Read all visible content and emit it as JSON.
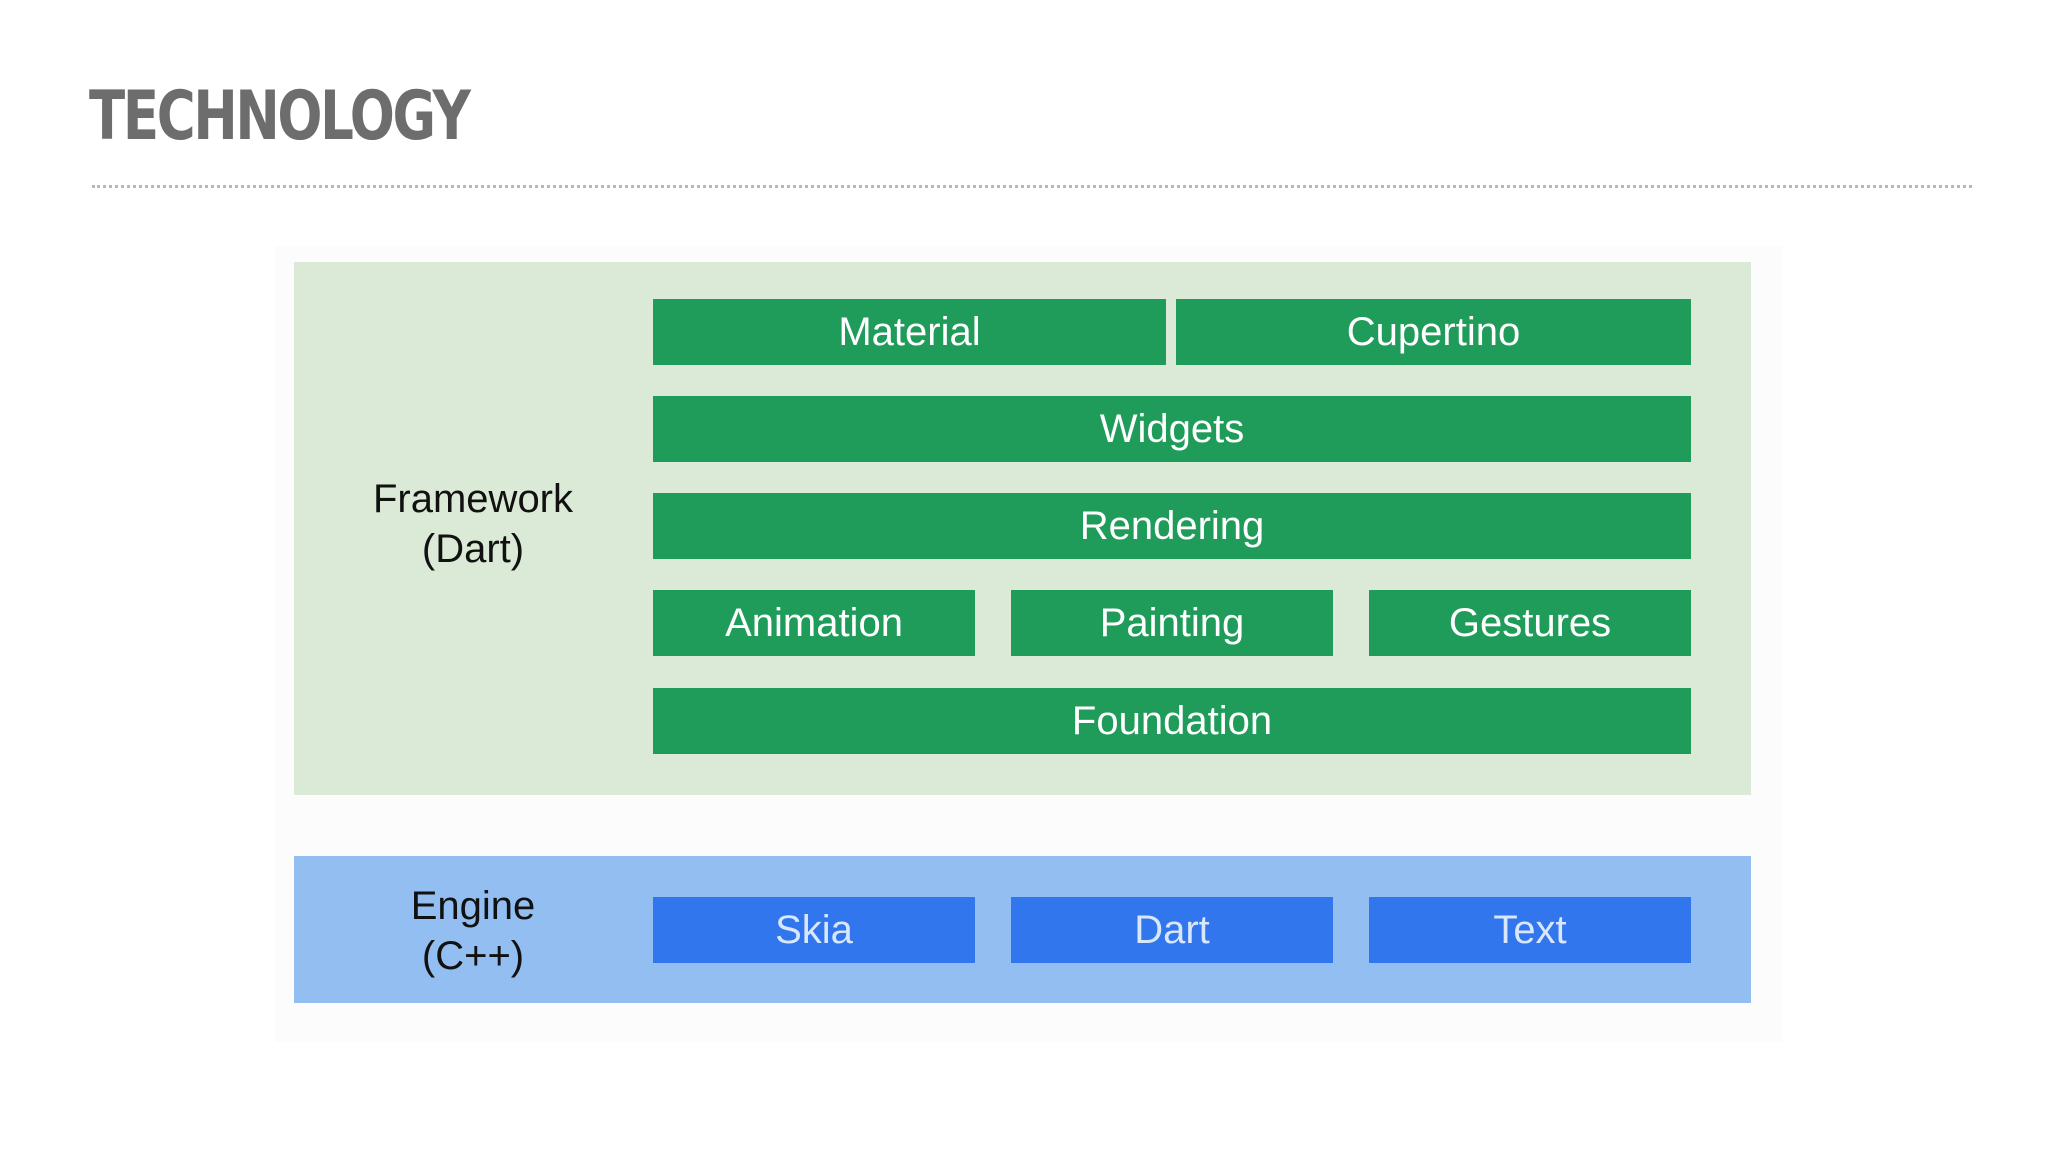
{
  "slide": {
    "title": "TECHNOLOGY"
  },
  "framework": {
    "label_line1": "Framework",
    "label_line2": "(Dart)",
    "blocks": {
      "material": "Material",
      "cupertino": "Cupertino",
      "widgets": "Widgets",
      "rendering": "Rendering",
      "animation": "Animation",
      "painting": "Painting",
      "gestures": "Gestures",
      "foundation": "Foundation"
    }
  },
  "engine": {
    "label_line1": "Engine",
    "label_line2": "(C++)",
    "blocks": {
      "skia": "Skia",
      "dart": "Dart",
      "text": "Text"
    }
  },
  "colors": {
    "framework_panel": "#dbead7",
    "framework_block": "#209c5a",
    "engine_panel": "#92bef2",
    "engine_block": "#3176ed",
    "title": "#6d6d6d"
  }
}
